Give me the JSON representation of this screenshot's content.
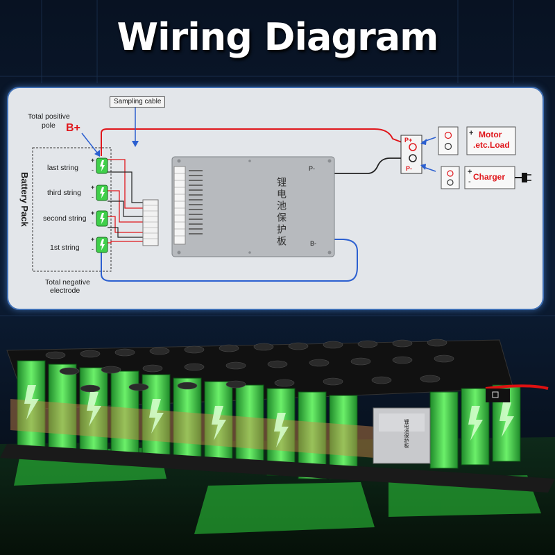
{
  "title": "Wiring Diagram",
  "labels": {
    "sampling_cable": "Sampling cable",
    "total_positive": "Total positive",
    "pole": "pole",
    "b_plus": "B+",
    "battery_pack": "Battery Pack",
    "strings": [
      "last string",
      "third string",
      "second string",
      "1st string"
    ],
    "total_negative": "Total negative",
    "electrode": "electrode",
    "p_minus_top": "P-",
    "b_minus": "B-",
    "bms_label": "锂电池保护板",
    "p_plus_term": "P+",
    "p_minus_term": "P-",
    "motor": "Motor",
    "etc_load": ".etc.Load",
    "charger": "Charger",
    "plus": "+",
    "minus": "-",
    "mini_bms_label": "锂电池保护板"
  },
  "colors": {
    "accent_red": "#e0161b",
    "wire_blue": "#2b5fd0",
    "panel_border": "#3f6fb4",
    "cell_green": "#3fcf4a"
  },
  "icons": [
    "battery-cell-icon",
    "lightning-icon",
    "plug-icon",
    "terminal-icon"
  ]
}
